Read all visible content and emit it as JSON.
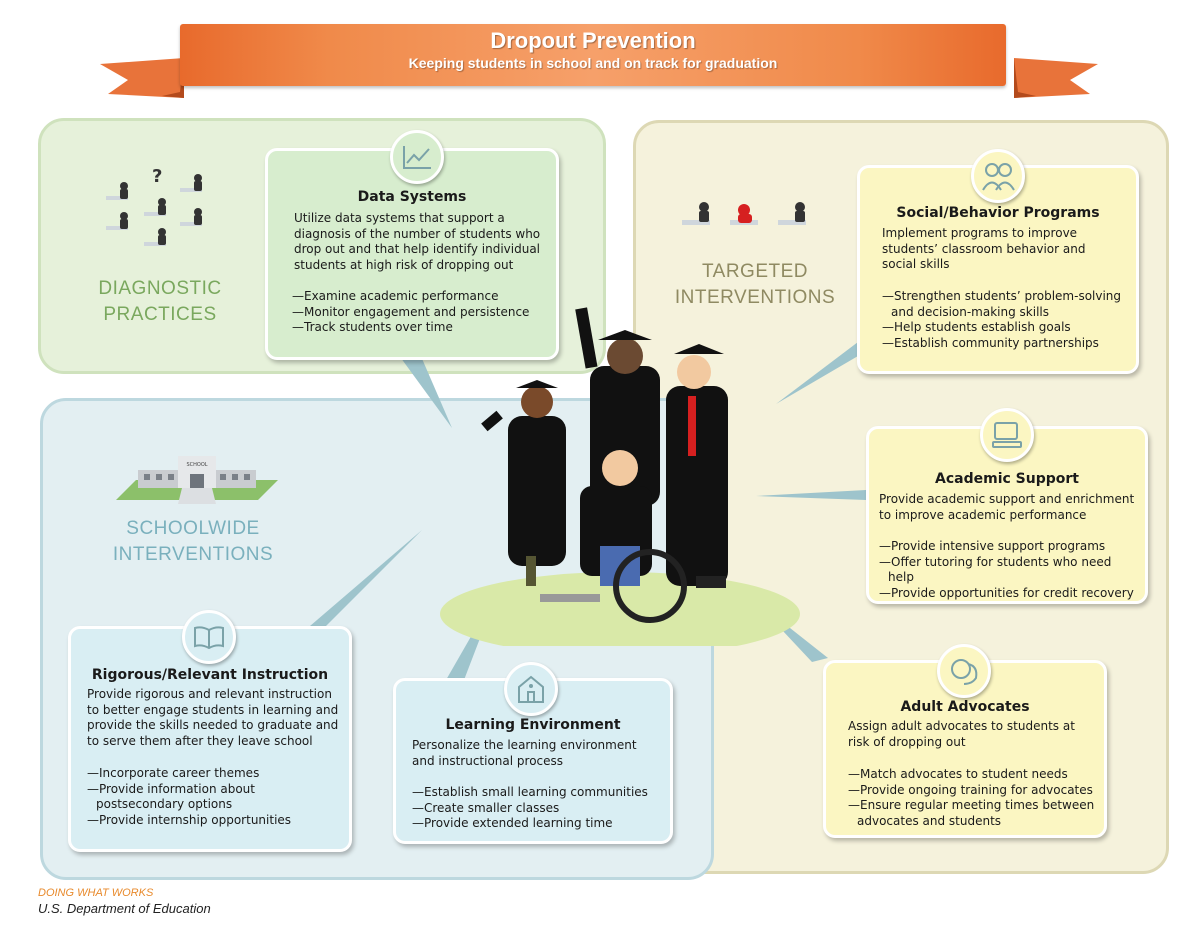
{
  "banner": {
    "title": "Dropout Prevention",
    "subtitle": "Keeping students in school and on track for graduation"
  },
  "regions": {
    "diagnostic": "DIAGNOSTIC PRACTICES",
    "targeted": "TARGETED INTERVENTIONS",
    "schoolwide": "SCHOOLWIDE INTERVENTIONS"
  },
  "illustration": {
    "school_sign": "SCHOOL",
    "question_mark": "?"
  },
  "cards": {
    "data_systems": {
      "title": "Data Systems",
      "icon": "line-chart-icon",
      "text": "Utilize data systems that support a diagnosis of the number of students who drop out and that help identify individual students at high risk of dropping out",
      "bullets": [
        "—Examine academic performance",
        "—Monitor engagement and persistence",
        "—Track students over time"
      ]
    },
    "social_behavior": {
      "title": "Social/Behavior Programs",
      "icon": "people-icon",
      "text": "Implement programs to improve students’ classroom behavior and social skills",
      "bullets": [
        "—Strengthen students’ problem-solving and decision-making skills",
        "—Help students establish goals",
        "—Establish community partnerships"
      ]
    },
    "academic_support": {
      "title": "Academic Support",
      "icon": "computer-icon",
      "text": "Provide academic support and enrichment to improve academic performance",
      "bullets": [
        "—Provide intensive support programs",
        "—Offer tutoring for students who need help",
        "—Provide opportunities for credit recovery"
      ]
    },
    "adult_advocates": {
      "title": "Adult Advocates",
      "icon": "advocate-faces-icon",
      "text": "Assign adult advocates to students at risk of dropping out",
      "bullets": [
        "—Match advocates to student needs",
        "—Provide ongoing training for advocates",
        "—Ensure regular meeting times between advocates and students"
      ]
    },
    "rigorous_instruction": {
      "title": "Rigorous/Relevant Instruction",
      "icon": "open-book-icon",
      "text": "Provide rigorous and relevant instruction to better engage students in learning and provide the skills needed to graduate and to serve them after they leave school",
      "bullets": [
        "—Incorporate career themes",
        "—Provide information about postsecondary options",
        "—Provide internship opportunities"
      ]
    },
    "learning_environment": {
      "title": "Learning Environment",
      "icon": "schoolhouse-icon",
      "text": "Personalize the learning environment and instructional process",
      "bullets": [
        "—Establish small learning communities",
        "—Create smaller classes",
        "—Provide extended learning time"
      ]
    }
  },
  "footer": {
    "line1": "DOING WHAT WORKS",
    "line2": "U.S. Department of Education"
  }
}
